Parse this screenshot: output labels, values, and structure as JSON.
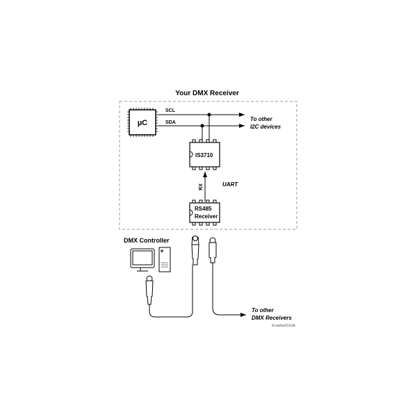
{
  "title": "Your DMX Receiver",
  "mcu_label": "µC",
  "scl_label": "SCL",
  "sda_label": "SDA",
  "i2c_dest": {
    "line1": "To other",
    "line2": "I2C devices"
  },
  "chip_label": "IS3710",
  "rx_label": "RX",
  "uart_label": "UART",
  "rs485": {
    "line1": "RS485",
    "line2": "Receiver"
  },
  "controller_title": "DMX Controller",
  "dmx_dest": {
    "line1": "To other",
    "line2": "DMX Receivers"
  },
  "figure_id": "Evadrw0110A"
}
